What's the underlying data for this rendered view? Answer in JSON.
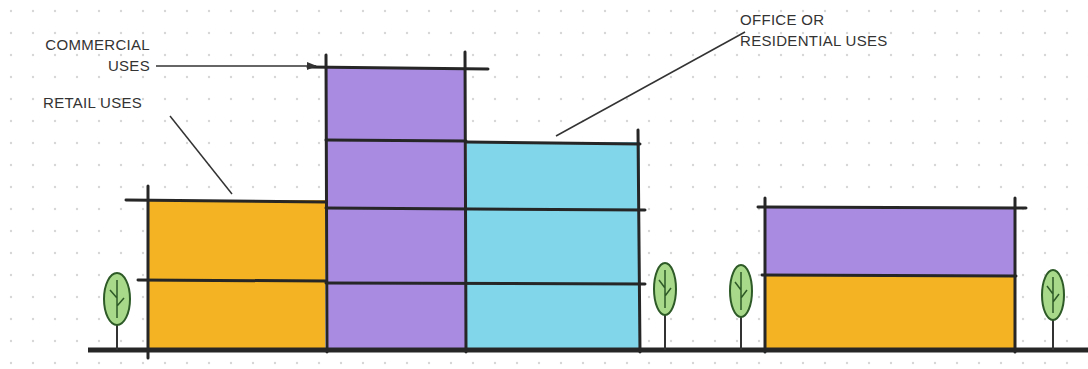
{
  "diagram": {
    "labels": [
      "OFFICE OR RESIDENTIAL USES",
      "COMMERCIAL USES",
      "RETAIL USES"
    ]
  }
}
